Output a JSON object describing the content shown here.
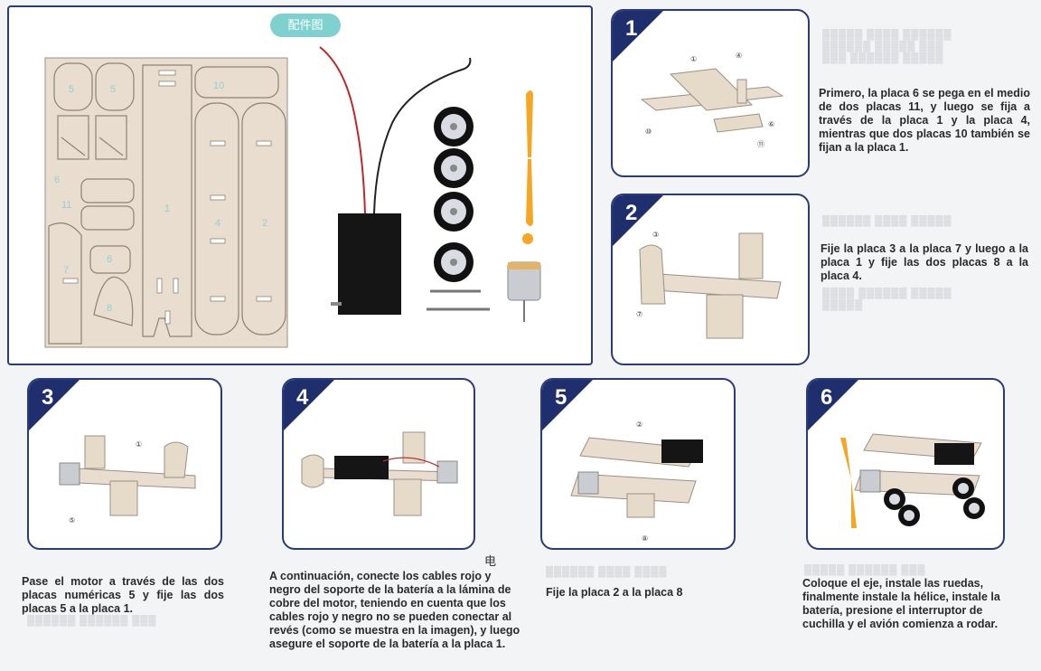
{
  "parts_badge": "配件图",
  "parts_numbers": [
    "5",
    "5",
    "10",
    "6",
    "11",
    "1",
    "4",
    "2",
    "7",
    "6",
    "8"
  ],
  "steps": [
    {
      "num": "1",
      "text": "Primero, la placa 6 se pega en el medio de dos placas 11, y luego se fija a través de la placa 1 y la placa 4, mientras que dos placas 10 también se fijan a la placa 1.",
      "callouts": [
        "①",
        "④",
        "⑩",
        "⑥",
        "⑪"
      ]
    },
    {
      "num": "2",
      "text": "Fije la placa 3 a la placa 7 y luego a la placa 1 y fije las dos placas 8 a la placa 4.",
      "callouts": [
        "③",
        "⑦"
      ]
    },
    {
      "num": "3",
      "text": "Pase el motor a través de las dos placas numéricas 5 y fije las dos placas 5 a la placa 1.",
      "callouts": [
        "①",
        "⑤"
      ]
    },
    {
      "num": "4",
      "text": "A continuación, conecte los cables rojo y negro del soporte de la batería a la lámina de cobre del motor, teniendo en cuenta que los cables rojo y negro no se pueden conectar al revés (como se muestra en la imagen), y luego asegure el soporte de la batería a la placa 1.",
      "callouts": []
    },
    {
      "num": "5",
      "text": "Fije la placa 2 a la placa 8",
      "callouts": [
        "②",
        "⑧"
      ]
    },
    {
      "num": "6",
      "text": "Coloque el eje, instale las ruedas, finalmente instale la hélice, instale la batería, presione el interruptor de cuchilla y el avión comienza a rodar.",
      "callouts": []
    }
  ],
  "stray_char": "电",
  "colors": {
    "frame": "#1f2f6e",
    "badge": "#7fd1cf",
    "wood": "#e8ddcf",
    "wheel": "#111111",
    "propeller": "#f5a623"
  }
}
